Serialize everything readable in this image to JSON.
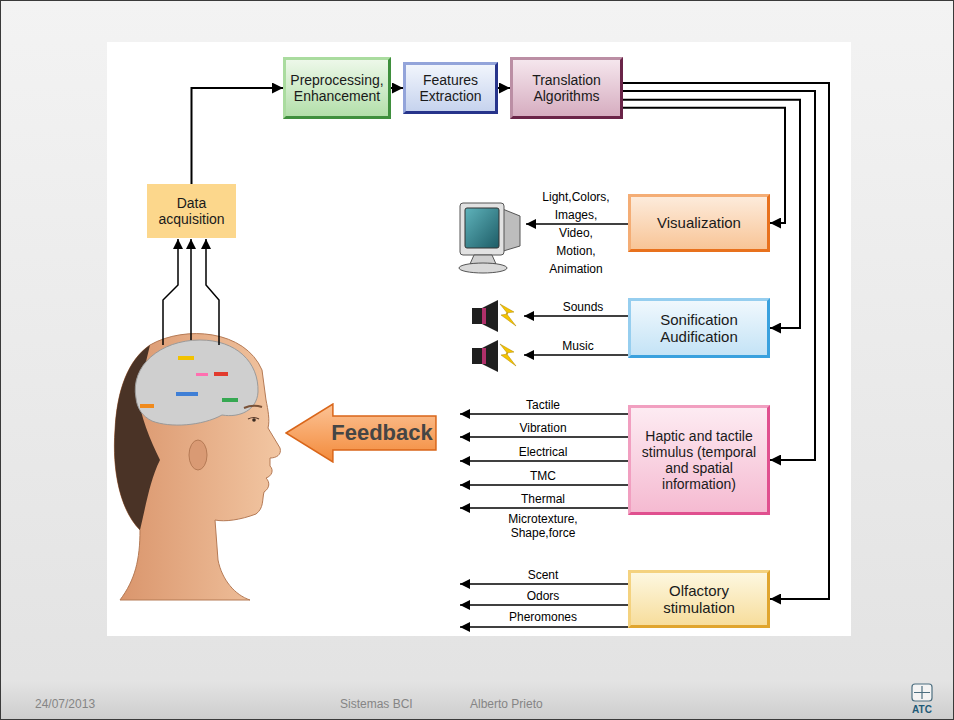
{
  "diagram": {
    "nodes": [
      {
        "text": [
          "Data acquisition"
        ]
      },
      {
        "text": [
          "Preprocessing, Enhancement"
        ]
      },
      {
        "text": [
          "Features Extraction"
        ]
      },
      {
        "text": [
          "Translation Algorithms"
        ]
      },
      {
        "text": [
          "Visualization"
        ]
      },
      {
        "text": [
          "Sonification Audification"
        ]
      },
      {
        "text": [
          "Feedback"
        ]
      },
      {
        "text": [
          "Haptic and tactile stimulus (temporal and spatial information)"
        ]
      },
      {
        "text": [
          "Olfactory stimulation"
        ]
      }
    ],
    "edges": [
      {
        "from": 0,
        "to": 1,
        "arrow": "to"
      },
      {
        "from": 1,
        "to": 2,
        "arrow": "to"
      },
      {
        "from": 2,
        "to": 3,
        "arrow": "to"
      },
      {
        "from": 3,
        "to": 4,
        "arrow": "to"
      },
      {
        "from": 3,
        "to": 5,
        "arrow": "to"
      },
      {
        "from": 3,
        "to": 7,
        "arrow": "to"
      },
      {
        "from": 3,
        "to": 8,
        "arrow": "to"
      }
    ],
    "labels": [
      "Light,Colors, Images, Video, Motion, Animation",
      "Sounds",
      "Music",
      "Tactile",
      "Vibration",
      "Electrical",
      "TMC",
      "Thermal",
      "Microtexture, Shape,force",
      "Scent",
      "Odors",
      "Pheromones",
      "24/07/2013",
      "Sistemas BCI",
      "Alberto Prieto",
      "ATC"
    ]
  }
}
